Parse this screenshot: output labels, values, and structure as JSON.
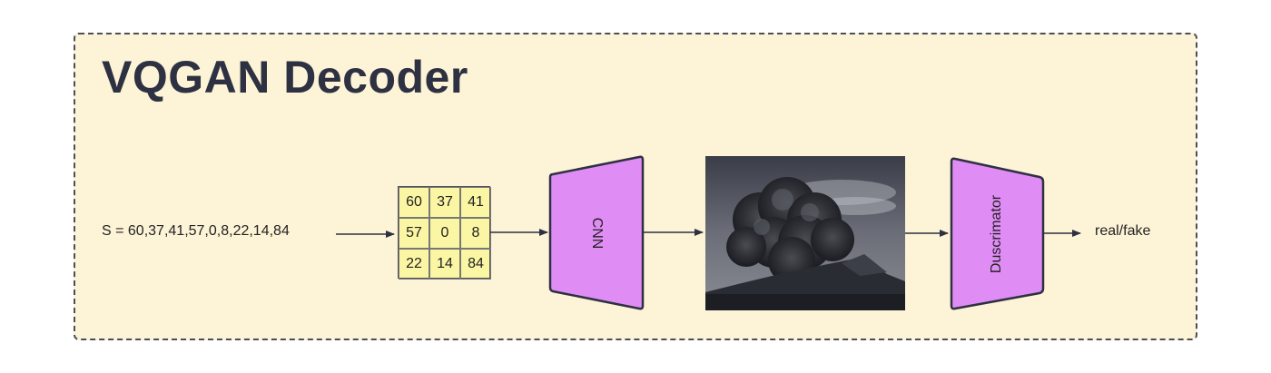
{
  "diagram": {
    "title": "VQGAN Decoder",
    "sequence_label": "S = 60,37,41,57,0,8,22,14,84",
    "grid": [
      [
        "60",
        "37",
        "41"
      ],
      [
        "57",
        "0",
        "8"
      ],
      [
        "22",
        "14",
        "84"
      ]
    ],
    "cnn_label": "CNN",
    "discriminator_label": "Duscrimator",
    "output_label": "real/fake",
    "generated_image": "volcanic-ash-cloud-photo"
  },
  "colors": {
    "background": "#fdf3d6",
    "frame_border": "#4a4f5c",
    "grid_fill": "#fbf6a4",
    "block_fill": "#e08cf5",
    "block_stroke": "#2d3142",
    "title": "#2d3142"
  }
}
